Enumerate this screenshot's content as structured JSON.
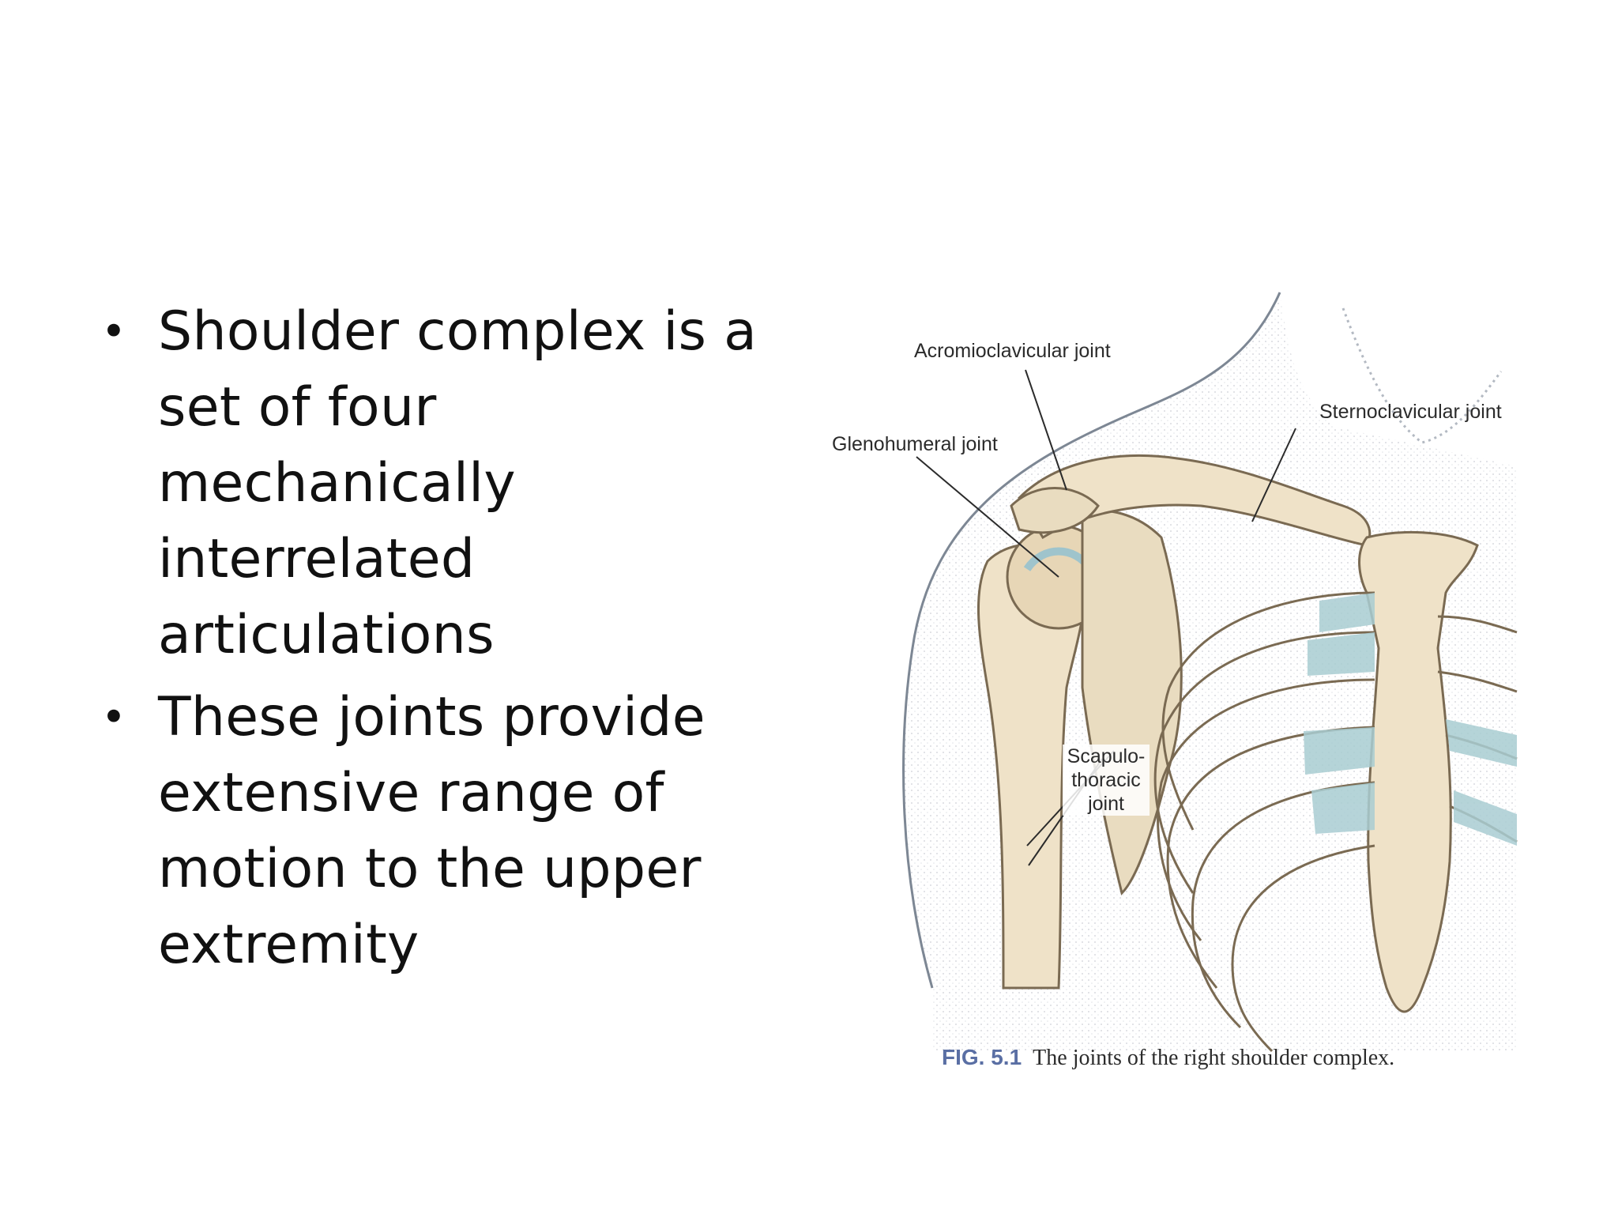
{
  "bullets": [
    {
      "lines": [
        "Shoulder complex is a",
        "set of four mechanically",
        "interrelated articulations"
      ]
    },
    {
      "lines": [
        "These joints provide",
        "extensive range of",
        "motion to the upper",
        "extremity"
      ]
    }
  ],
  "figure": {
    "labels": {
      "acromioclavicular": "Acromioclavicular joint",
      "sternoclavicular": "Sternoclavicular joint",
      "glenohumeral": "Glenohumeral joint",
      "scapulothoracic_1": "Scapulo-",
      "scapulothoracic_2": "thoracic",
      "scapulothoracic_3": "joint"
    },
    "caption_number": "FIG. 5.1",
    "caption_text": "The joints of the right shoulder complex."
  }
}
